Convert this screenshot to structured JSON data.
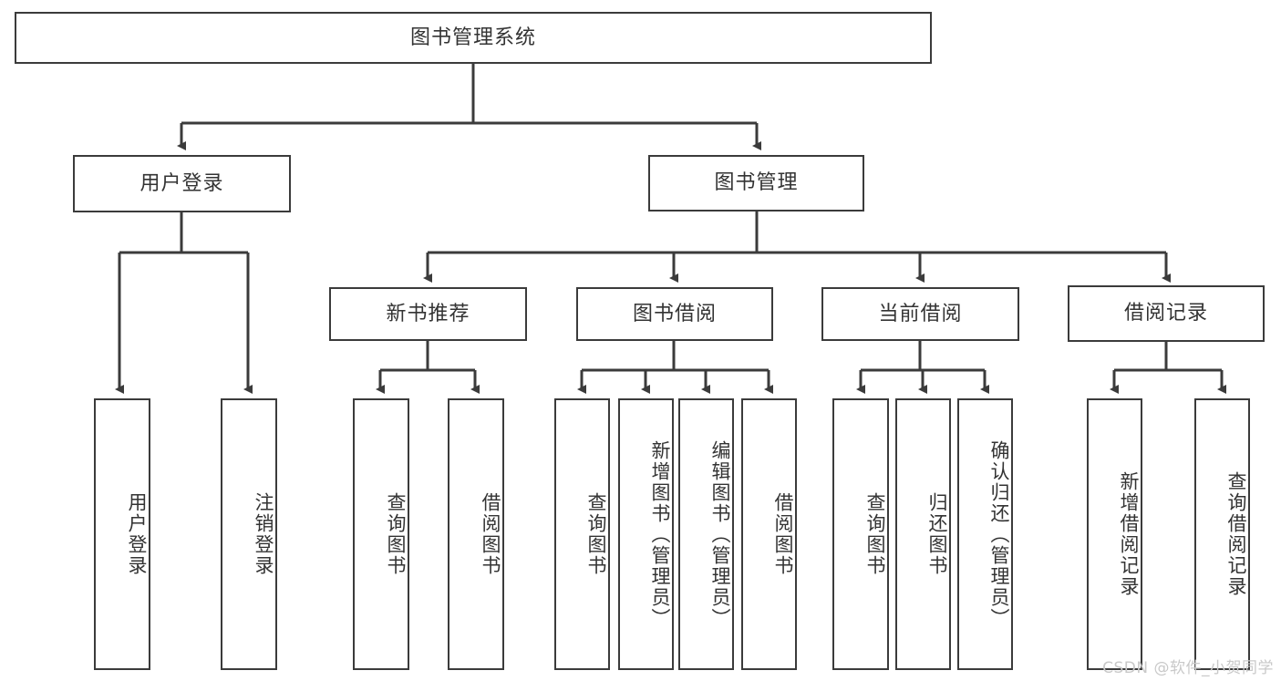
{
  "diagram": {
    "title": "图书管理系统",
    "type": "tree",
    "root": {
      "label": "图书管理系统"
    },
    "level2": [
      {
        "label": "用户登录"
      },
      {
        "label": "图书管理"
      }
    ],
    "level3": [
      {
        "label": "新书推荐"
      },
      {
        "label": "图书借阅"
      },
      {
        "label": "当前借阅"
      },
      {
        "label": "借阅记录"
      }
    ],
    "leaves": {
      "user_login": [
        {
          "label": "用户登录"
        },
        {
          "label": "注销登录"
        }
      ],
      "new_book_recommend": [
        {
          "label": "查询图书"
        },
        {
          "label": "借阅图书"
        }
      ],
      "book_borrow": [
        {
          "label": "查询图书"
        },
        {
          "label": "新增图书（管理员）"
        },
        {
          "label": "编辑图书（管理员）"
        },
        {
          "label": "借阅图书"
        }
      ],
      "current_borrow": [
        {
          "label": "查询图书"
        },
        {
          "label": "归还图书"
        },
        {
          "label": "确认归还（管理员）"
        }
      ],
      "borrow_record": [
        {
          "label": "新增借阅记录"
        },
        {
          "label": "查询借阅记录"
        }
      ]
    }
  },
  "watermark": {
    "text": "CSDN @软件_小贺同学"
  },
  "colors": {
    "line": "#3b3b3b",
    "box_border": "#3b3b3b",
    "box_fill": "#ffffff",
    "text": "#333333",
    "watermark": "#c9c9c9",
    "background": "#ffffff"
  }
}
